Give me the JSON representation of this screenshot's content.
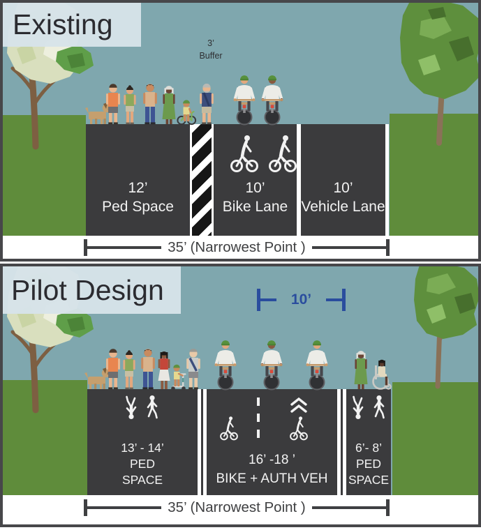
{
  "palette": {
    "sky": "#7FA7AE",
    "title_box": "#D6E3E8",
    "title_text": "#2B2B30",
    "grass": "#5F8C3B",
    "road": "#3B3B3D",
    "panel_border": "#47474A",
    "road_marking_white": "#F2F2F2",
    "dimension_gray": "#3F4042",
    "accent_blue": "#2A4D9E",
    "buffer_stripe_black": "#161616",
    "buffer_stripe_white": "#FFFFFF",
    "foliage_pale_green": "#D9DFBE",
    "foliage_dark_green": "#5E8F3D",
    "trunk_brown": "#7D5F42"
  },
  "panels": {
    "existing": {
      "title": "Existing",
      "buffer_note_line1": "3’",
      "buffer_note_line2": "Buffer",
      "lanes": {
        "ped": {
          "width": "12’",
          "label": "Ped Space"
        },
        "bike": {
          "width": "10’",
          "label": "Bike Lane"
        },
        "vehicle": {
          "width": "10’",
          "label": "Vehicle Lane"
        }
      },
      "total_dimension": "35’ (Narrowest Point )"
    },
    "pilot": {
      "title": "Pilot Design",
      "ten_foot_marker": "10’",
      "lanes": {
        "ped_left": {
          "width": "13’ - 14’",
          "label_line1": "PED",
          "label_line2": "SPACE"
        },
        "center": {
          "width": "16’ -18 ’",
          "label": "BIKE + AUTH VEH"
        },
        "ped_right": {
          "width": "6’- 8’",
          "label_line1": "PED",
          "label_line2": "SPACE"
        }
      },
      "total_dimension": "35’ (Narrowest Point )"
    }
  },
  "icons": {
    "bike-lane-marking-icon": "white cyclist road-marking symbol",
    "pedestrian-marking-icon": "white walking-person road-marking symbol",
    "pedestrian-marking-inverted-icon": "white walking-person symbol rotated 180 degrees",
    "chevron-marking-icon": "double upward chevron (sharrow) road marking",
    "dashed-center-line": "white dashed lane divider",
    "buffer-hatch": "black and white diagonal hatched buffer strip",
    "dimension-bracket": "measurement bracket with end caps",
    "tree-illustration": "flat stylized street tree",
    "pedestrian-figures": "flat stylized pedestrians",
    "cyclist-figures": "flat stylized cyclists with green helmets",
    "dog-figure": "tan dog on leash walk",
    "wheelchair-user-figure": "seated person in wheelchair"
  }
}
